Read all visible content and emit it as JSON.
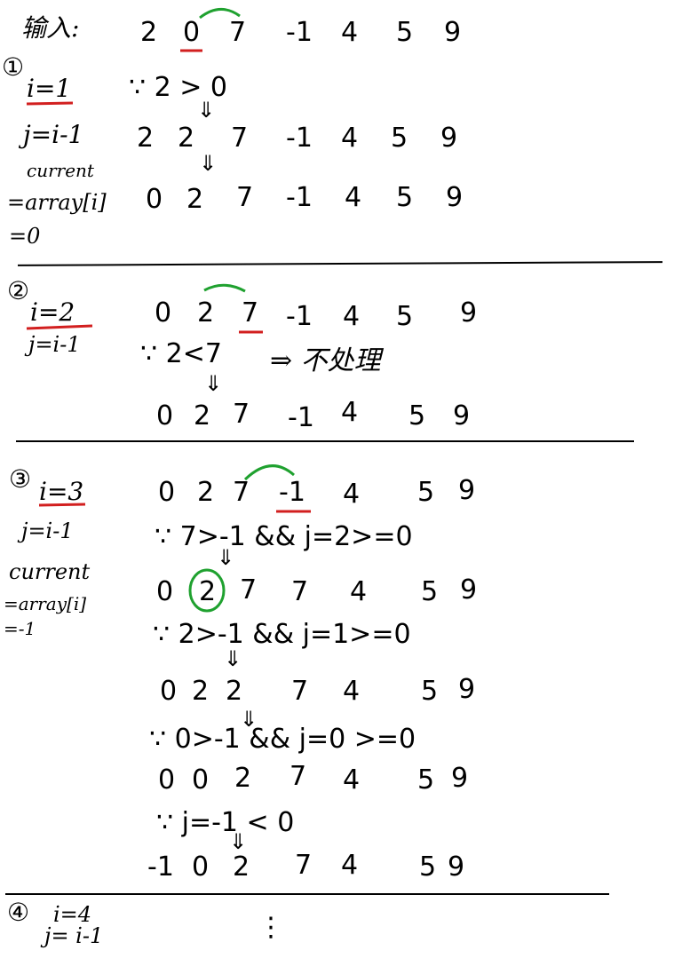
{
  "colors": {
    "ink": "#000000",
    "underline": "#d21f1f",
    "arc": "#1fa12f",
    "paper": "#ffffff"
  },
  "header": {
    "label": "输入:",
    "array": [
      "2",
      "0",
      "7",
      "-1",
      "4",
      "5",
      "9"
    ]
  },
  "step1": {
    "marker": "①",
    "i_label": "i=1",
    "j_label": "j=i-1",
    "current_label": "current",
    "current_expr": "=array[i]",
    "current_value": "=0",
    "compare": "∵ 2 > 0",
    "row2": [
      "2",
      "2",
      "7",
      "-1",
      "4",
      "5",
      "9"
    ],
    "row3": [
      "0",
      "2",
      "7",
      "-1",
      "4",
      "5",
      "9"
    ]
  },
  "step2": {
    "marker": "②",
    "i_label": "i=2",
    "j_label": "j=i-1",
    "row1": [
      "0",
      "2",
      "7",
      "-1",
      "4",
      "5",
      "9"
    ],
    "compare": "∵ 2<7",
    "result": "⇒ 不处理",
    "row2": [
      "0",
      "2",
      "7",
      "-1",
      "4",
      "5",
      "9"
    ]
  },
  "step3": {
    "marker": "③",
    "i_label": "i=3",
    "j_label": "j=i-1",
    "current_label": "current",
    "current_expr": "=array[i]",
    "current_value": "=-1",
    "row1": [
      "0",
      "2",
      "7",
      "-1",
      "4",
      "5",
      "9"
    ],
    "cond1": "∵ 7>-1 && j=2>=0",
    "row2": [
      "0",
      "2",
      "7",
      "7",
      "4",
      "5",
      "9"
    ],
    "cond2": "∵ 2>-1 && j=1>=0",
    "row3": [
      "0",
      "2",
      "2",
      "7",
      "4",
      "5",
      "9"
    ],
    "cond3": "∵ 0>-1 && j=0 >=0",
    "row4": [
      "0",
      "0",
      "2",
      "7",
      "4",
      "5",
      "9"
    ],
    "cond4": "∵ j=-1 < 0",
    "row5": [
      "-1",
      "0",
      "2",
      "7",
      "4",
      "5",
      "9"
    ]
  },
  "step4": {
    "marker": "④",
    "i_label": "i=4",
    "j_label": "j= i-1",
    "continuation": "⋮"
  },
  "arrows": {
    "down": "⇓"
  }
}
